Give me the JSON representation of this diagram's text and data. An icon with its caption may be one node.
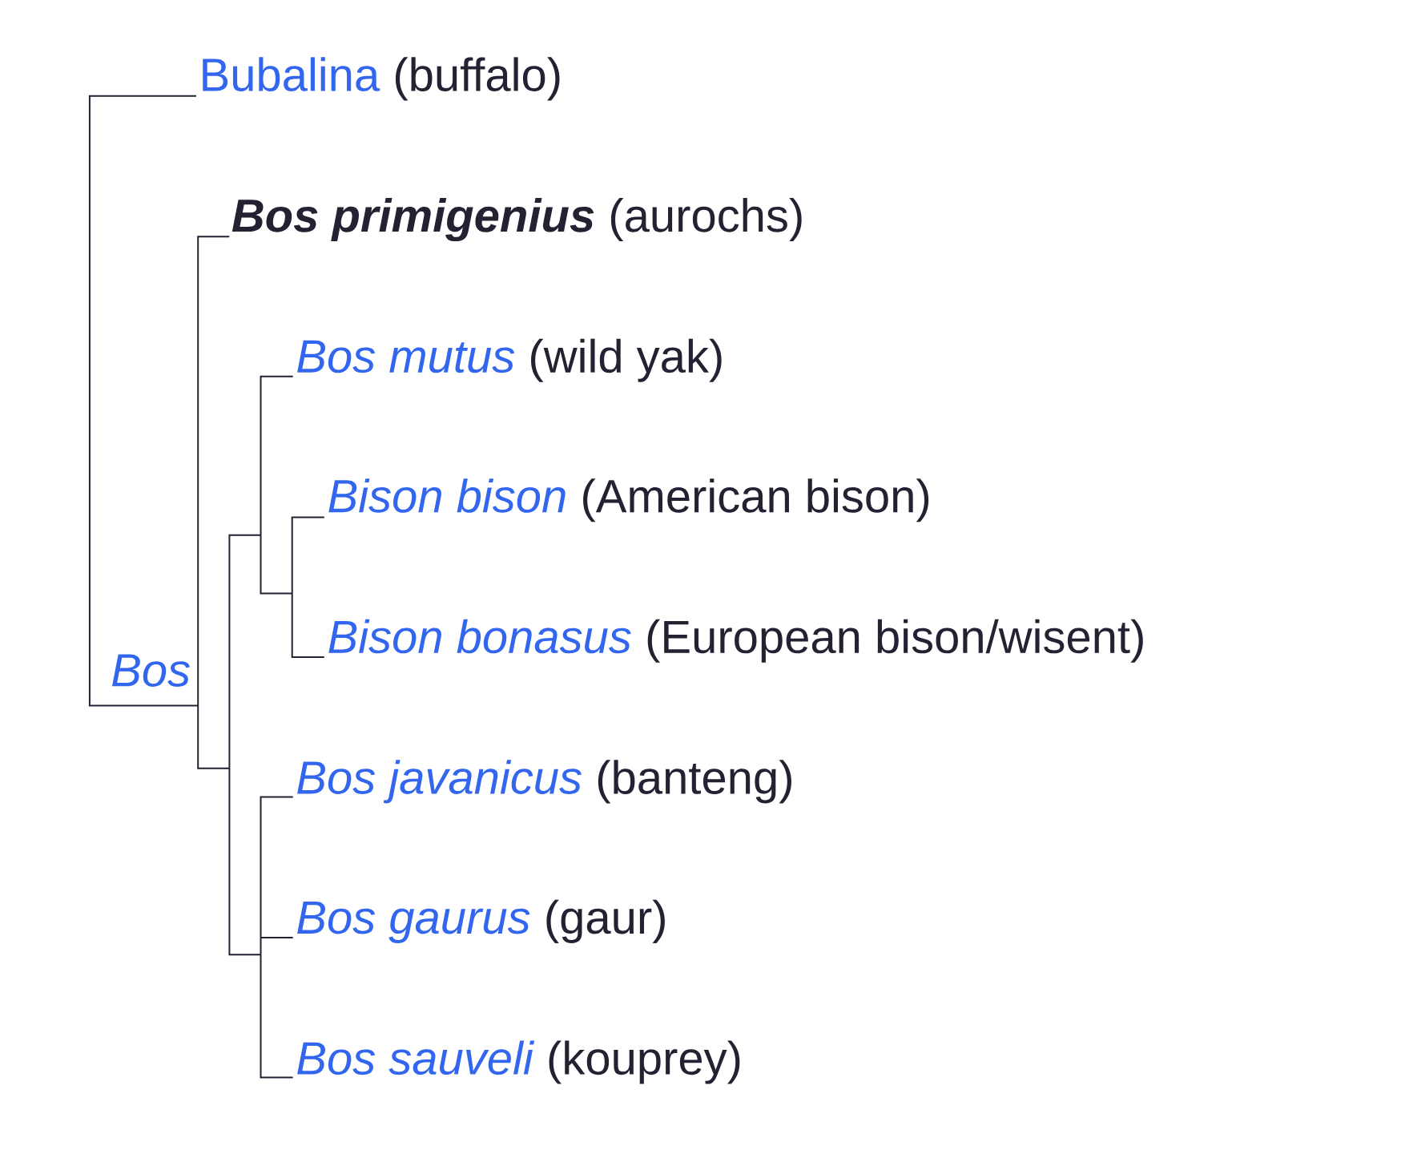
{
  "diagram": {
    "nodes": [
      {
        "text": [
          "Bubalina",
          "(buffalo)"
        ]
      },
      {
        "text": [
          "Bos primigenius",
          "(aurochs)"
        ]
      },
      {
        "text": [
          "Bos mutus",
          "(wild yak)"
        ]
      },
      {
        "text": [
          "Bison bison",
          "(American bison)"
        ]
      },
      {
        "text": [
          "Bison bonasus",
          "(European bison/wisent)"
        ]
      },
      {
        "text": [
          "Bos javanicus",
          "(banteng)"
        ]
      },
      {
        "text": [
          "Bos gaurus",
          "(gaur)"
        ]
      },
      {
        "text": [
          "Bos sauveli",
          "(kouprey)"
        ]
      }
    ],
    "labels": [
      "Bos"
    ]
  }
}
